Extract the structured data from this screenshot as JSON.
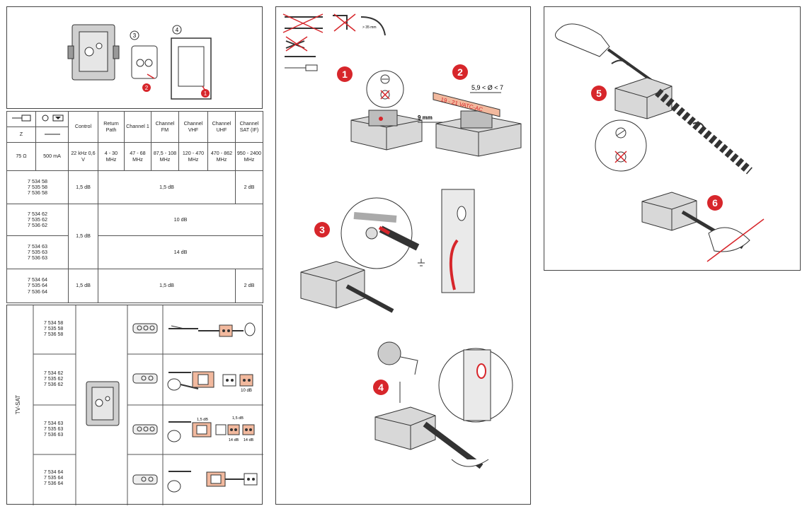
{
  "top_left": {
    "step3": "3",
    "step4": "4",
    "step_red2": "2",
    "step_red1": "1"
  },
  "spec_table": {
    "header_z": "Z",
    "columns": [
      "Control",
      "Return Path",
      "Channel 1",
      "Channel FM",
      "Channel VHF",
      "Channel UHF",
      "Channel SAT (IF)"
    ],
    "row_values": [
      "75 Ω",
      "500 mA",
      "22 kHz 0,6 V",
      "4 - 30 MHz",
      "47 - 68 MHz",
      "87,5 - 108 MHz",
      "120 - 470 MHz",
      "470 - 862 MHz",
      "950 - 2400 MHz"
    ],
    "groups": [
      {
        "refs": [
          "7 534 58",
          "7 535 58",
          "7 536 58"
        ],
        "control": "1,5 dB",
        "middle": "1,5 dB",
        "sat": "2 dB"
      },
      {
        "refs": [
          "7 534 62",
          "7 535 62",
          "7 536 62"
        ],
        "middle": "10 dB"
      },
      {
        "refs": [
          "7 534 63",
          "7 535 63",
          "7 536 63"
        ],
        "middle": "14 dB"
      },
      {
        "refs": [
          "7 534 64",
          "7 535 64",
          "7 536 64"
        ],
        "control": "1,5 dB",
        "middle": "1,5 dB",
        "sat": "2 dB"
      }
    ],
    "shared_control": "1,5 dB"
  },
  "tvsat": {
    "side_label": "TV-SAT",
    "rows": [
      {
        "refs": [
          "7 534 58",
          "7 535 58",
          "7 536 58"
        ]
      },
      {
        "refs": [
          "7 534 62",
          "7 535 62",
          "7 536 62"
        ],
        "loss": "10 dB"
      },
      {
        "refs": [
          "7 534 63",
          "7 535 63",
          "7 536 63"
        ],
        "loss_a": "1,5 dB",
        "loss_b": "1,5 dB",
        "out_a": "14 dB",
        "out_b": "14 dB"
      },
      {
        "refs": [
          "7 534 64",
          "7 535 64",
          "7 536 64"
        ]
      }
    ]
  },
  "middle": {
    "bend_label": "> 35 mm",
    "steps": [
      "1",
      "2",
      "3",
      "4"
    ],
    "diameter_label": "5,9 < Ø < 7",
    "cable_label": "19 - 21 VATC-AC",
    "strip_label": "9 mm"
  },
  "right": {
    "steps": [
      "5",
      "6"
    ]
  },
  "colors": {
    "accent_red": "#d7262b",
    "salmon": "#f2b99e",
    "grey_light": "#d8d8d8",
    "grey_dark": "#8a8a8a"
  }
}
